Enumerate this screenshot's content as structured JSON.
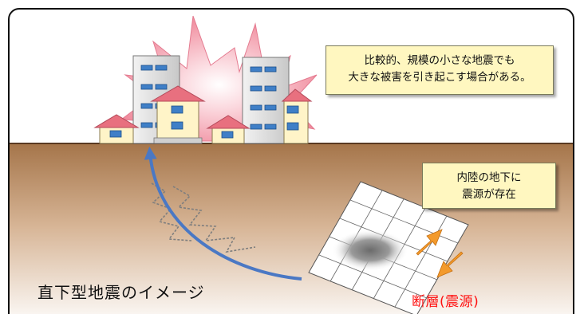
{
  "diagram": {
    "callout_damage": {
      "line1": "比較的、規模の小さな地震でも",
      "line2": "大きな被害を引き起こす場合がある。"
    },
    "callout_source": {
      "line1": "内陸の地下に",
      "line2": "震源が存在"
    },
    "title": "直下型地震のイメージ",
    "fault_label": "断層(震源)",
    "colors": {
      "ground_top": "#a5754a",
      "ground_bottom": "#ffffff",
      "explosion": "#f5a3b3",
      "callout_bg": "#fff7c0",
      "seismic_arrow": "#4a78c4",
      "fault_arrow": "#f39a2c",
      "fault_text": "#ff1010",
      "building": "#d4d4d4",
      "house_roof": "#e8707f",
      "house_wall": "#fff4c8"
    }
  }
}
